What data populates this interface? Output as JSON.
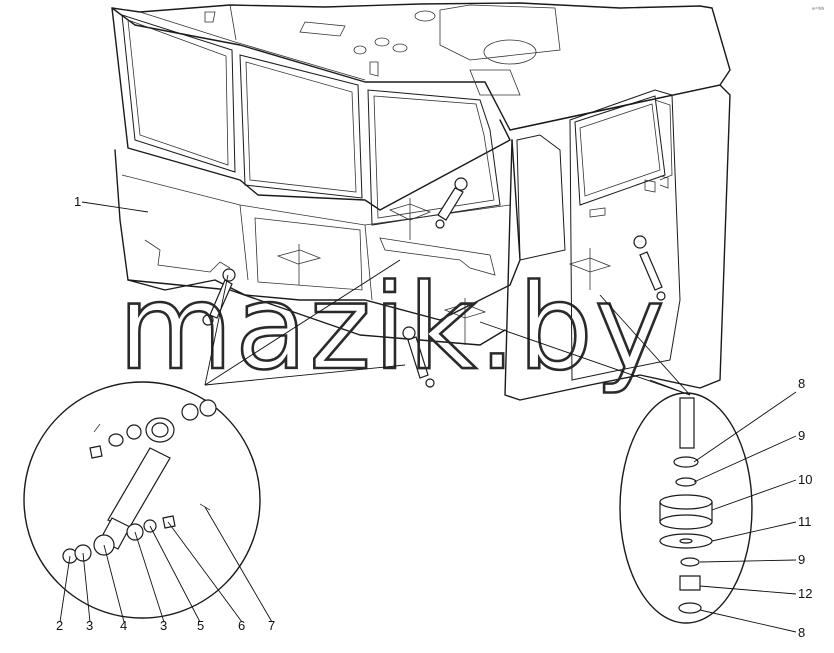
{
  "watermark": "mazik.by",
  "corner_mark": "ᵃ⁼ᵇᵇ",
  "callouts": {
    "cab": "1",
    "left_detail": [
      "2",
      "3",
      "4",
      "3",
      "5",
      "6",
      "7"
    ],
    "right_detail": [
      "8",
      "9",
      "10",
      "11",
      "9",
      "12",
      "8"
    ]
  }
}
